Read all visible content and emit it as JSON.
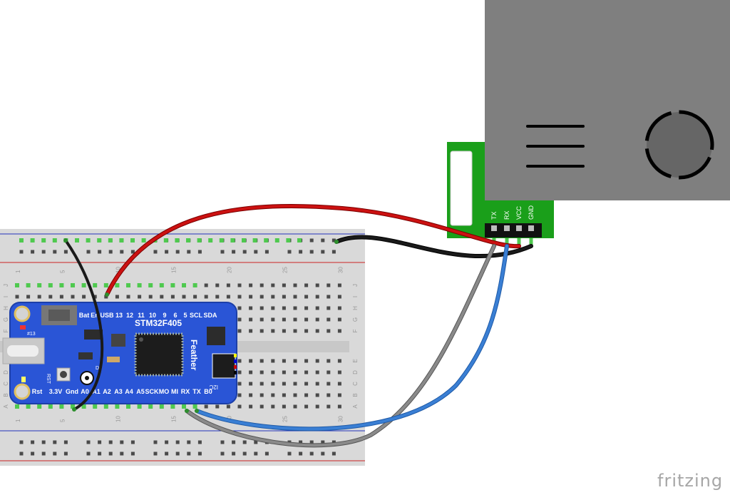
{
  "app": {
    "logo_text": "fritzing"
  },
  "breadboard": {
    "column_numbers": [
      "1",
      "5",
      "10",
      "15",
      "20",
      "25",
      "30"
    ],
    "row_letters_top": [
      "J",
      "I",
      "H",
      "G",
      "F"
    ],
    "row_letters_bottom": [
      "E",
      "D",
      "C",
      "B",
      "A"
    ]
  },
  "feather": {
    "chip_label": "STM32F405",
    "brand_label": "Feather",
    "i2c_label": "I2C",
    "top_pins": [
      "Bat",
      "En",
      "USB",
      "13",
      "12",
      "11",
      "10",
      "9",
      "6",
      "5",
      "SCL",
      "SDA"
    ],
    "bottom_pins": [
      "Rst",
      "3.3V",
      "Gnd",
      "A0",
      "A1",
      "A2",
      "A3",
      "A4",
      "A5",
      "SCK",
      "MO",
      "MI",
      "RX",
      "TX",
      "B0"
    ],
    "small_labels": {
      "led13": "#13",
      "rst": "RST",
      "d8": "D8"
    }
  },
  "sensor": {
    "pins": [
      "TX",
      "RX",
      "VCC",
      "GND"
    ]
  },
  "wires": [
    {
      "name": "wire-red",
      "color": "#cc1111"
    },
    {
      "name": "wire-black-rail",
      "color": "#1a1a1a"
    },
    {
      "name": "wire-black-gnd",
      "color": "#1a1a1a"
    },
    {
      "name": "wire-gray",
      "color": "#8a8a8a"
    },
    {
      "name": "wire-blue",
      "color": "#3a7fd4"
    }
  ],
  "colors": {
    "breadboard": "#d9d9d9",
    "feather_blue": "#2a55d6",
    "sensor_body": "#7f7f7f",
    "sensor_pcb": "#1a9f1a",
    "rail_red": "#cc2222",
    "rail_blue": "#2233bb"
  }
}
